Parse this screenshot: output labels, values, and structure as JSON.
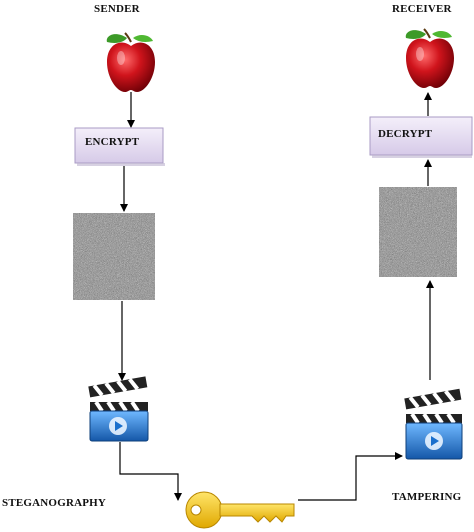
{
  "labels": {
    "sender": "SENDER",
    "receiver": "RECEIVER",
    "encrypt": "ENCRYPT",
    "decrypt": "DECRYPT",
    "steganography": "STEGANOGRAPHY",
    "tampering": "TAMPERING"
  },
  "colors": {
    "process_box_fill_top": "#f1ecf7",
    "process_box_fill_bottom": "#d8cde8",
    "process_box_border": "#a99bc4",
    "noise_base": "#7a7a7a",
    "apple": "#c0121a",
    "leaf": "#3c9a28",
    "clapper_body": "#2a7fd4",
    "key": "#f2c81a",
    "arrow": "#000000"
  },
  "icons": {
    "plaintext": "apple-icon",
    "recovered": "apple-icon",
    "cipher": "noise-image-icon",
    "video": "video-clapperboard-icon",
    "channel": "key-icon"
  }
}
